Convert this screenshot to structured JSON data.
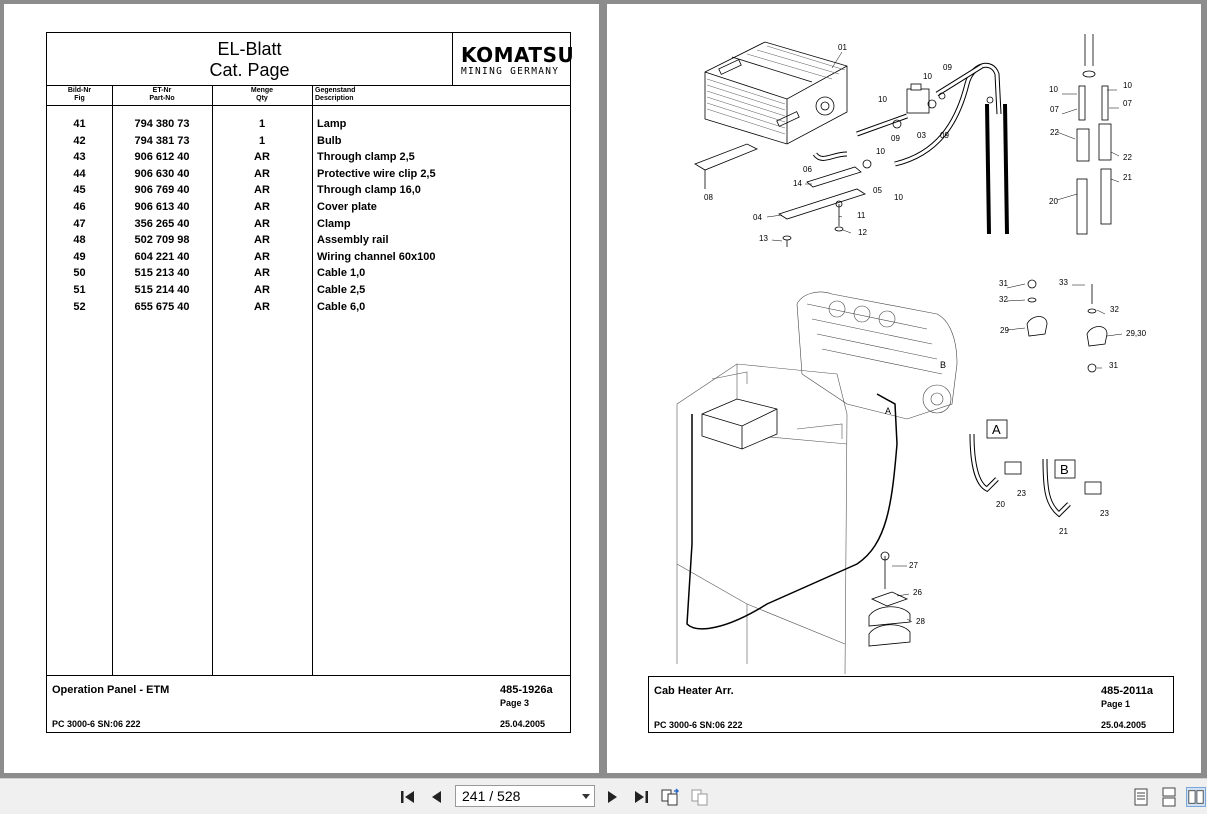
{
  "left_page": {
    "header": {
      "title_line1": "EL-Blatt",
      "title_line2": "Cat. Page",
      "logo": "KOMATSU",
      "logo_sub": "MINING GERMANY"
    },
    "columns": [
      {
        "line1": "Bild-Nr",
        "line2": "Fig"
      },
      {
        "line1": "ET-Nr",
        "line2": "Part-No"
      },
      {
        "line1": "Menge",
        "line2": "Qty"
      },
      {
        "line1": "Gegenstand",
        "line2": "Description"
      }
    ],
    "rows": [
      {
        "fig": "41",
        "part": "794 380 73",
        "qty": "1",
        "desc": "Lamp"
      },
      {
        "fig": "42",
        "part": "794 381 73",
        "qty": "1",
        "desc": "Bulb"
      },
      {
        "fig": "43",
        "part": "906 612 40",
        "qty": "AR",
        "desc": "Through clamp 2,5"
      },
      {
        "fig": "44",
        "part": "906 630 40",
        "qty": "AR",
        "desc": "Protective wire clip 2,5"
      },
      {
        "fig": "45",
        "part": "906 769 40",
        "qty": "AR",
        "desc": "Through clamp 16,0"
      },
      {
        "fig": "46",
        "part": "906 613 40",
        "qty": "AR",
        "desc": "Cover plate"
      },
      {
        "fig": "47",
        "part": "356 265 40",
        "qty": "AR",
        "desc": "Clamp"
      },
      {
        "fig": "48",
        "part": "502 709 98",
        "qty": "AR",
        "desc": "Assembly rail"
      },
      {
        "fig": "49",
        "part": "604 221 40",
        "qty": "AR",
        "desc": "Wiring channel 60x100"
      },
      {
        "fig": "50",
        "part": "515 213 40",
        "qty": "AR",
        "desc": "Cable 1,0"
      },
      {
        "fig": "51",
        "part": "515 214 40",
        "qty": "AR",
        "desc": "Cable 2,5"
      },
      {
        "fig": "52",
        "part": "655 675 40",
        "qty": "AR",
        "desc": "Cable 6,0"
      }
    ],
    "footer": {
      "title": "Operation Panel - ETM",
      "doc_no": "485-1926a",
      "page": "Page 3",
      "model": "PC 3000-6 SN:06 222",
      "date": "25.04.2005"
    }
  },
  "right_page": {
    "callouts": [
      "01",
      "03",
      "04",
      "05",
      "06",
      "07",
      "08",
      "09",
      "10",
      "11",
      "12",
      "13",
      "14",
      "20",
      "21",
      "22",
      "23",
      "26",
      "27",
      "28",
      "29",
      "29,30",
      "31",
      "32",
      "33",
      "A",
      "B"
    ],
    "footer": {
      "title": "Cab Heater Arr.",
      "doc_no": "485-2011a",
      "page": "Page 1",
      "model": "PC 3000-6 SN:06 222",
      "date": "25.04.2005"
    }
  },
  "toolbar": {
    "page_indicator": "241 / 528",
    "icons": [
      "first-page-icon",
      "prev-page-icon",
      "next-page-icon",
      "last-page-icon",
      "go-back-view-icon",
      "go-forward-view-icon",
      "single-page-view-icon",
      "continuous-view-icon",
      "facing-pages-view-icon"
    ]
  }
}
